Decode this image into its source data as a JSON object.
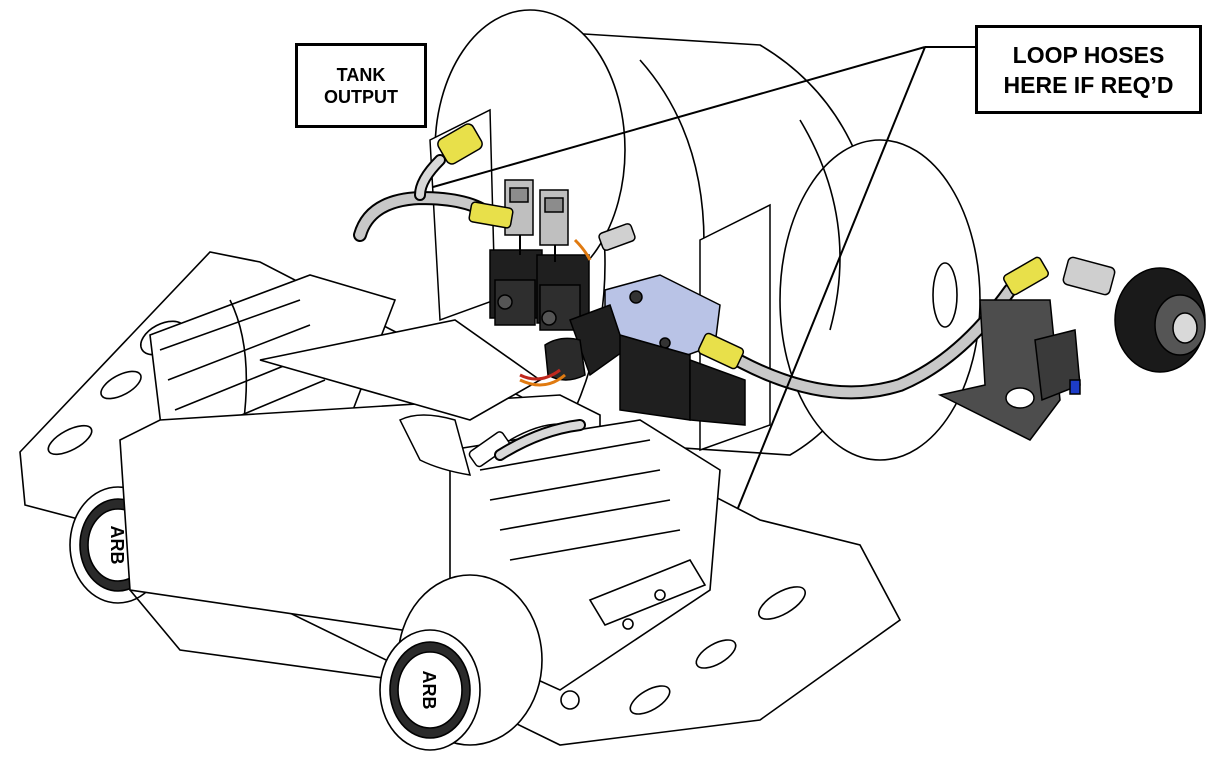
{
  "callouts": {
    "tank_output": {
      "line1": "TANK",
      "line2": "OUTPUT"
    },
    "loop_hoses": {
      "line1": "LOOP HOSES",
      "line2": "HERE IF REQ’D"
    }
  },
  "colors": {
    "outline": "#000000",
    "fitting_yellow": "#e8e04a",
    "valve_dark": "#1f1f1f",
    "manifold_blue": "#b9c3e6",
    "hose_gray": "#c8c8c8",
    "bracket_gray": "#4d4d4d",
    "wire_orange": "#e07a10",
    "wire_red": "#c0281e"
  },
  "icons": {
    "logo_badges": "ARB"
  }
}
